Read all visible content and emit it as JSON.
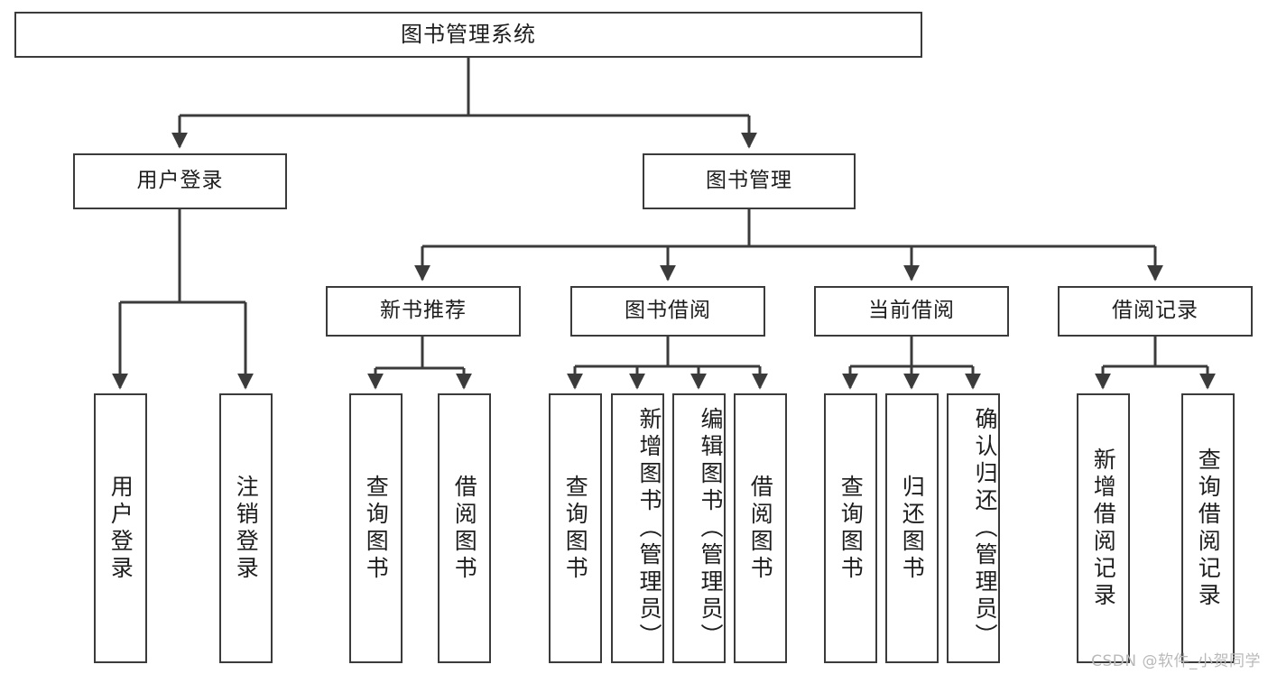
{
  "diagram": {
    "title": "图书管理系统",
    "type": "tree-hierarchy",
    "watermark": "CSDN @软件_小贺同学",
    "colors": {
      "stroke": "#3b3b3b",
      "fill": "#ffffff",
      "text": "#1d1d1d",
      "watermark": "#b9b9b9"
    },
    "levels": {
      "root": {
        "label": "图书管理系统"
      },
      "level2": [
        {
          "id": "user-login",
          "label": "用户登录"
        },
        {
          "id": "book-manage",
          "label": "图书管理"
        }
      ],
      "level3": [
        {
          "id": "new-book-recommend",
          "label": "新书推荐",
          "parent": "book-manage"
        },
        {
          "id": "book-borrow",
          "label": "图书借阅",
          "parent": "book-manage"
        },
        {
          "id": "current-borrow",
          "label": "当前借阅",
          "parent": "book-manage"
        },
        {
          "id": "borrow-record",
          "label": "借阅记录",
          "parent": "book-manage"
        }
      ],
      "leaves": [
        {
          "id": "leaf-user-login",
          "label": "用户登录",
          "parent": "user-login"
        },
        {
          "id": "leaf-logout-login",
          "label": "注销登录",
          "parent": "user-login"
        },
        {
          "id": "leaf-query-book-1",
          "label": "查询图书",
          "parent": "new-book-recommend"
        },
        {
          "id": "leaf-borrow-book-1",
          "label": "借阅图书",
          "parent": "new-book-recommend"
        },
        {
          "id": "leaf-query-book-2",
          "label": "查询图书",
          "parent": "book-borrow"
        },
        {
          "id": "leaf-add-book",
          "label": "新增图书（管理员）",
          "parent": "book-borrow"
        },
        {
          "id": "leaf-edit-book",
          "label": "编辑图书（管理员）",
          "parent": "book-borrow"
        },
        {
          "id": "leaf-borrow-book-2",
          "label": "借阅图书",
          "parent": "book-borrow"
        },
        {
          "id": "leaf-query-book-3",
          "label": "查询图书",
          "parent": "current-borrow"
        },
        {
          "id": "leaf-return-book",
          "label": "归还图书",
          "parent": "current-borrow"
        },
        {
          "id": "leaf-confirm-return",
          "label": "确认归还（管理员）",
          "parent": "current-borrow"
        },
        {
          "id": "leaf-add-record",
          "label": "新增借阅记录",
          "parent": "borrow-record"
        },
        {
          "id": "leaf-query-record",
          "label": "查询借阅记录",
          "parent": "borrow-record"
        }
      ]
    }
  }
}
